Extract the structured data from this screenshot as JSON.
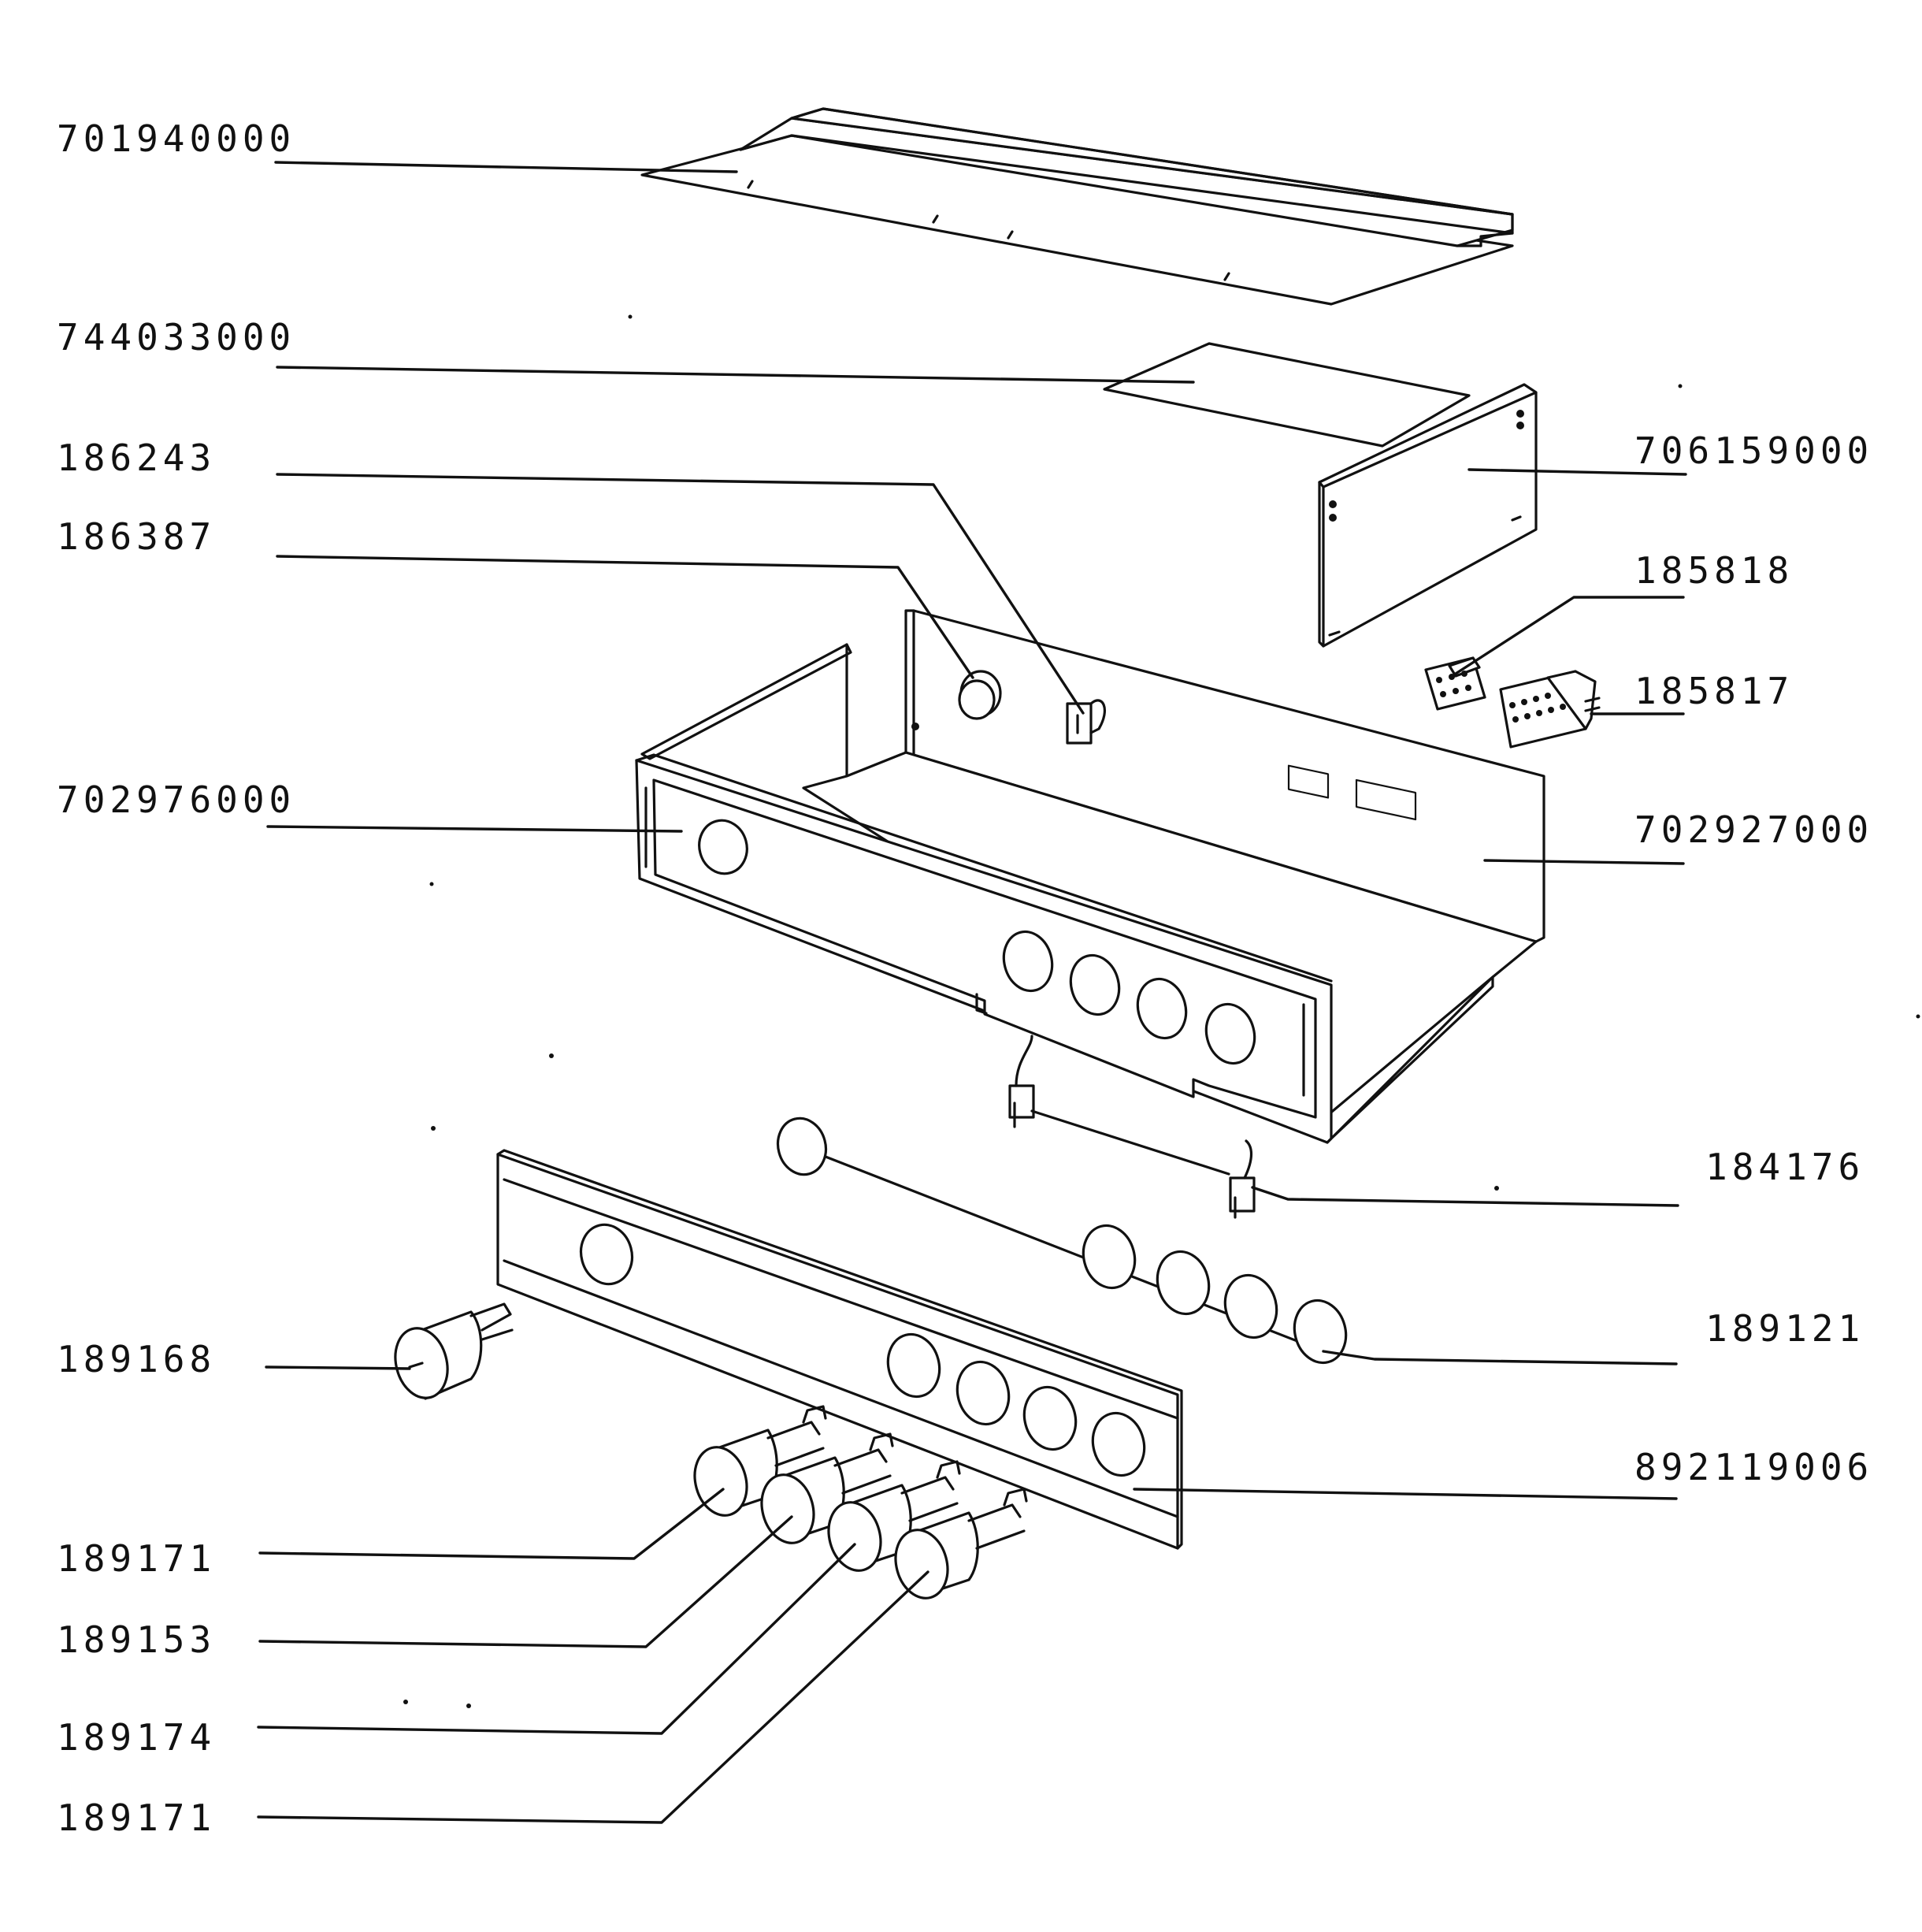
{
  "diagram": {
    "labels": [
      "701940000",
      "744033000",
      "186243",
      "186387",
      "706159000",
      "185818",
      "185817",
      "702976000",
      "702927000",
      "184176",
      "189121",
      "189168",
      "892119006",
      "189171",
      "189153",
      "189174",
      "189171"
    ]
  }
}
